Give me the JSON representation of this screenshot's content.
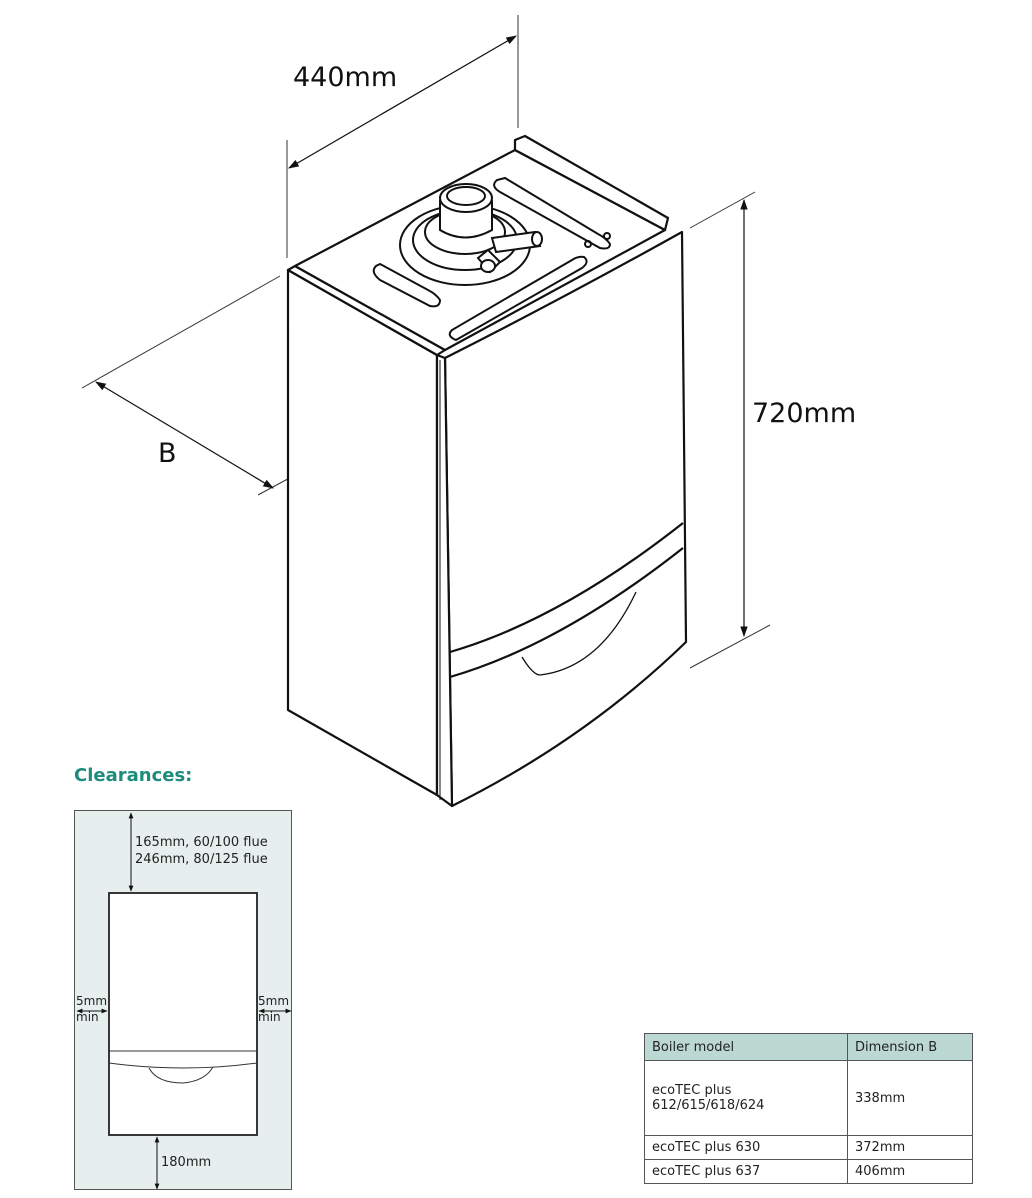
{
  "diagram": {
    "dimensions": {
      "width": "440mm",
      "height": "720mm",
      "depth": "B"
    }
  },
  "clearances": {
    "title": "Clearances:",
    "top_line1": "165mm, 60/100 flue",
    "top_line2": "246mm, 80/125 flue",
    "left_value": "5mm",
    "left_unit": "min",
    "right_value": "5mm",
    "right_unit": "min",
    "bottom": "180mm"
  },
  "table": {
    "headers": [
      "Boiler model",
      "Dimension B"
    ],
    "rows": [
      {
        "model_line1": "ecoTEC plus",
        "model_line2": "612/615/618/624",
        "dimension": "338mm"
      },
      {
        "model": "ecoTEC plus 630",
        "dimension": "372mm"
      },
      {
        "model": "ecoTEC plus 637",
        "dimension": "406mm"
      }
    ]
  },
  "colors": {
    "accent": "#1e8c7d",
    "panel_bg": "#e6efee",
    "table_header_bg": "#bcd8d2"
  }
}
